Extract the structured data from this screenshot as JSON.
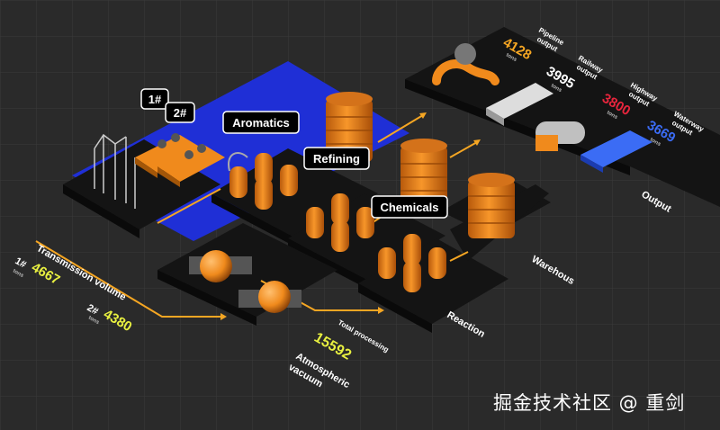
{
  "colors": {
    "background": "#2a2a2a",
    "grid": "#3a3a3a",
    "platform": "#111111",
    "water": "#1f2fd6",
    "tank": "#f08a1c",
    "flow": "#f5a623",
    "transmission_value": "#e8f040",
    "processing_value": "#e8f040",
    "pipeline_value": "#f5a623",
    "railway_value": "#ffffff",
    "highway_value": "#e8253d",
    "waterway_value": "#3b6cf5"
  },
  "icons": [
    "oil-rig-icon",
    "tanker-ship-icon",
    "tank-cluster-icon",
    "distillation-tower-icon",
    "spherical-tank-icon",
    "pipeline-icon",
    "train-icon",
    "tanker-truck-icon",
    "cargo-ship-icon",
    "flow-arrow-icon"
  ],
  "labels": {
    "port_1": "1#",
    "port_2": "2#",
    "aromatics": "Aromatics",
    "refining": "Refining",
    "chemicals": "Chemicals",
    "warehous": "Warehous",
    "reaction": "Reaction",
    "output": "Output",
    "atmospheric_1": "Atmospheric",
    "atmospheric_2": "vacuum"
  },
  "transmission": {
    "title": "Transmission volume",
    "items": [
      {
        "id": "1#",
        "value": "4667",
        "unit": "tons"
      },
      {
        "id": "2#",
        "value": "4380",
        "unit": "tons"
      }
    ]
  },
  "processing": {
    "title": "Total processing",
    "value": "15592"
  },
  "outputs": [
    {
      "line1": "Pipeline",
      "line2": "output",
      "value": "4128",
      "unit": "tons"
    },
    {
      "line1": "Railway",
      "line2": "output",
      "value": "3995",
      "unit": "tons"
    },
    {
      "line1": "Highway",
      "line2": "output",
      "value": "3800",
      "unit": "tons"
    },
    {
      "line1": "Waterway",
      "line2": "output",
      "value": "3669",
      "unit": "tons"
    }
  ],
  "watermark": "掘金技术社区 @ 重剑"
}
